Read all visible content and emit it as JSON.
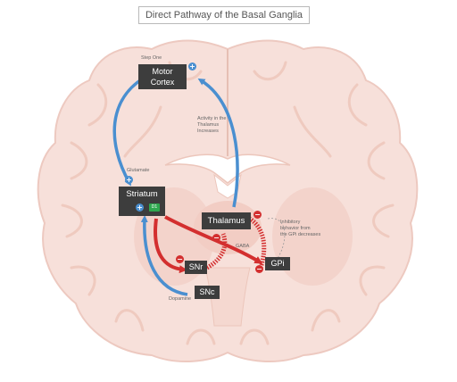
{
  "title": "Direct Pathway of the Basal Ganglia",
  "nodes": {
    "motor_cortex": {
      "line1": "Motor",
      "line2": "Cortex"
    },
    "striatum": "Striatum",
    "thalamus": "Thalamus",
    "snr": "SNr",
    "gpi": "GPi",
    "snc": "SNc",
    "d1": "D1"
  },
  "annotations": {
    "step_one": "Step One",
    "glutamate": "Glutamate",
    "thalamus_activity_1": "Activity in the",
    "thalamus_activity_2": "Thalamus",
    "thalamus_activity_3": "Increases",
    "inhibitory_1": "Inhibitory",
    "inhibitory_2": "behavior from",
    "inhibitory_3": "the GPi decreases",
    "gaba": "GABA",
    "dopamine": "Dopamine"
  },
  "signs": {
    "plus": "+",
    "minus": "−"
  },
  "colors": {
    "brain": "#f7e0da",
    "brain_outline": "#edc9c0",
    "sulci": "#f0c9bd",
    "ventricle": "#ffffff",
    "deep_nuclei": "#f3d3cb",
    "excitatory": "#4a8fd0",
    "inhibitory": "#d32f2f",
    "node_box": "#3d3d3d",
    "d1_badge": "#2fa84f"
  }
}
